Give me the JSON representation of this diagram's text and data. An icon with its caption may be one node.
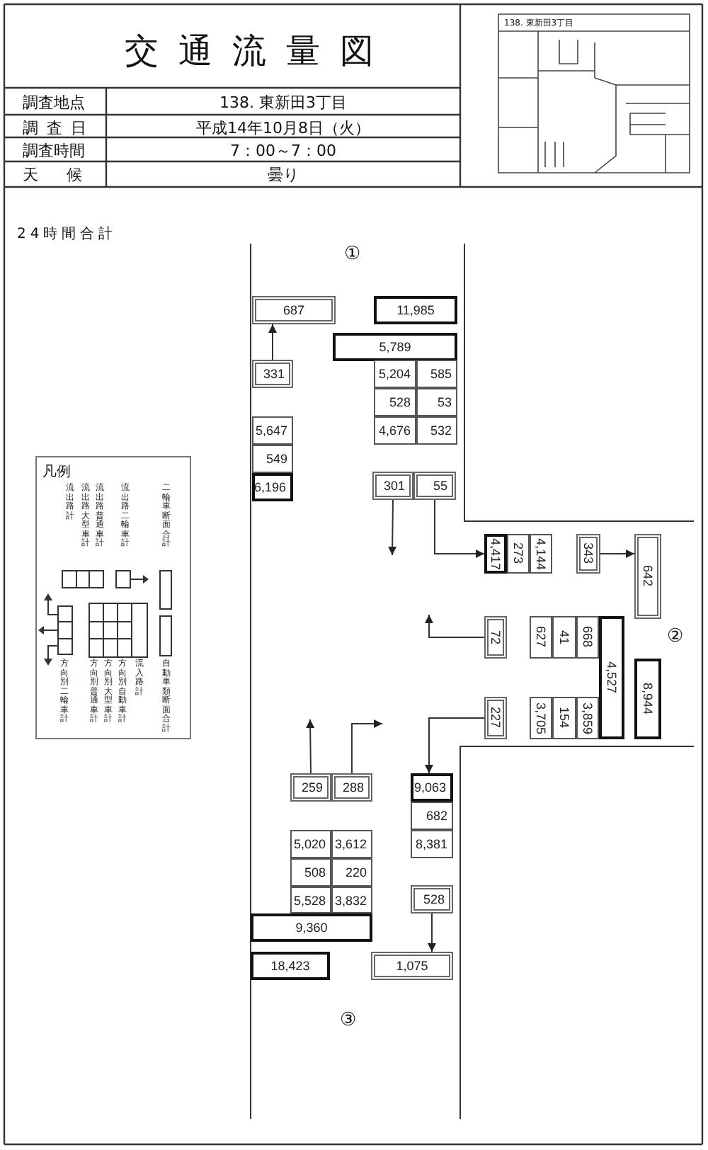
{
  "diagram": {
    "title": "交通流量図",
    "nodes": [
      {
        "text": [
          "687"
        ]
      },
      {
        "text": [
          "11,985"
        ]
      },
      {
        "text": [
          "5,789"
        ]
      },
      {
        "text": [
          "331"
        ]
      },
      {
        "text": [
          "5,204"
        ]
      },
      {
        "text": [
          "585"
        ]
      },
      {
        "text": [
          "528"
        ]
      },
      {
        "text": [
          "53"
        ]
      },
      {
        "text": [
          "4,676"
        ]
      },
      {
        "text": [
          "532"
        ]
      },
      {
        "text": [
          "5,647"
        ]
      },
      {
        "text": [
          "549"
        ]
      },
      {
        "text": [
          "6,196"
        ]
      },
      {
        "text": [
          "301"
        ]
      },
      {
        "text": [
          "55"
        ]
      },
      {
        "text": [
          "4,417"
        ]
      },
      {
        "text": [
          "273"
        ]
      },
      {
        "text": [
          "4,144"
        ]
      },
      {
        "text": [
          "343"
        ]
      },
      {
        "text": [
          "642"
        ]
      },
      {
        "text": [
          "72"
        ]
      },
      {
        "text": [
          "627"
        ]
      },
      {
        "text": [
          "41"
        ]
      },
      {
        "text": [
          "668"
        ]
      },
      {
        "text": [
          "4,527"
        ]
      },
      {
        "text": [
          "8,944"
        ]
      },
      {
        "text": [
          "227"
        ]
      },
      {
        "text": [
          "3,705"
        ]
      },
      {
        "text": [
          "154"
        ]
      },
      {
        "text": [
          "3,859"
        ]
      },
      {
        "text": [
          "259"
        ]
      },
      {
        "text": [
          "288"
        ]
      },
      {
        "text": [
          "9,063"
        ]
      },
      {
        "text": [
          "682"
        ]
      },
      {
        "text": [
          "8,381"
        ]
      },
      {
        "text": [
          "5,020"
        ]
      },
      {
        "text": [
          "3,612"
        ]
      },
      {
        "text": [
          "508"
        ]
      },
      {
        "text": [
          "220"
        ]
      },
      {
        "text": [
          "5,528"
        ]
      },
      {
        "text": [
          "3,832"
        ]
      },
      {
        "text": [
          "9,360"
        ]
      },
      {
        "text": [
          "18,423"
        ]
      },
      {
        "text": [
          "1,075"
        ]
      },
      {
        "text": [
          "528"
        ]
      }
    ],
    "edges": [
      {
        "from": 3,
        "to": 0,
        "arrow": "to"
      },
      {
        "from": 13,
        "to": null,
        "arrow": "to"
      },
      {
        "from": 14,
        "to": 15,
        "arrow": "to"
      },
      {
        "from": 18,
        "to": 19,
        "arrow": "to"
      },
      {
        "from": 20,
        "to": null,
        "arrow": "to"
      },
      {
        "from": 26,
        "to": 32,
        "arrow": "to"
      },
      {
        "from": 30,
        "to": null,
        "arrow": "to"
      },
      {
        "from": 31,
        "to": null,
        "arrow": "to"
      },
      {
        "from": 44,
        "to": 43,
        "arrow": "to"
      }
    ],
    "labels": [
      "調査地点",
      "138. 東新田3丁目",
      "調査日",
      "平成14年10月8日（火）",
      "調査時間",
      "7：00～7：00",
      "天候",
      "曇り",
      "138. 東新田3丁目",
      "24時間合計",
      "①",
      "凡例",
      "②",
      "③"
    ],
    "legend": [
      {
        "text": "流出路計"
      },
      {
        "text": "流出路大型車計"
      },
      {
        "text": "流出路普通車計"
      },
      {
        "text": "流出路二輪車計"
      },
      {
        "text": "二輪車断面合計"
      },
      {
        "text": "方向別二輪車計"
      },
      {
        "text": "方向別普通車計"
      },
      {
        "text": "方向別大型車計"
      },
      {
        "text": "方向別自動車計"
      },
      {
        "text": "流入路計"
      },
      {
        "text": "自動車類断面合計"
      }
    ]
  }
}
